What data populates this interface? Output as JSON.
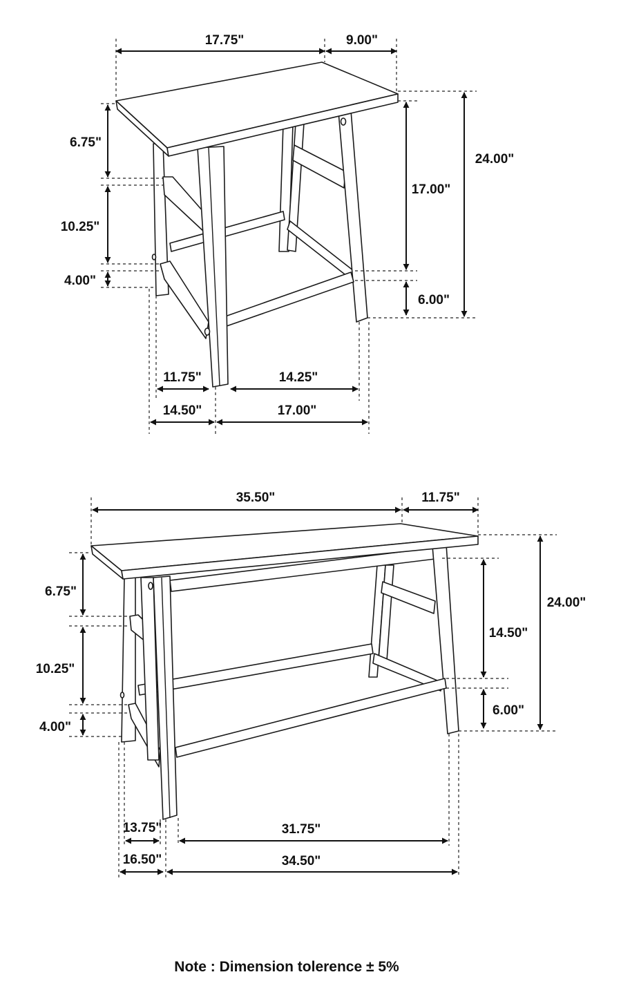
{
  "top_view": {
    "width_top": "17.75\"",
    "depth_top": "9.00\"",
    "apron_height": "6.75\"",
    "mid_gap": "10.25\"",
    "stretcher_height": "4.00\"",
    "overall_height": "24.00\"",
    "leg_inner_height": "17.00\"",
    "stretcher_to_floor": "6.00\"",
    "inner_depth": "11.75\"",
    "inner_width": "14.25\"",
    "outer_depth": "14.50\"",
    "outer_width": "17.00\""
  },
  "bottom_view": {
    "width_top": "35.50\"",
    "depth_top": "11.75\"",
    "apron_height": "6.75\"",
    "overall_height": "24.00\"",
    "leg_inner_height": "14.50\"",
    "mid_gap": "10.25\"",
    "stretcher_to_floor": "6.00\"",
    "stretcher_height": "4.00\"",
    "inner_depth": "13.75\"",
    "inner_width": "31.75\"",
    "outer_depth": "16.50\"",
    "outer_width": "34.50\""
  },
  "note": "Note : Dimension tolerence ± 5%"
}
